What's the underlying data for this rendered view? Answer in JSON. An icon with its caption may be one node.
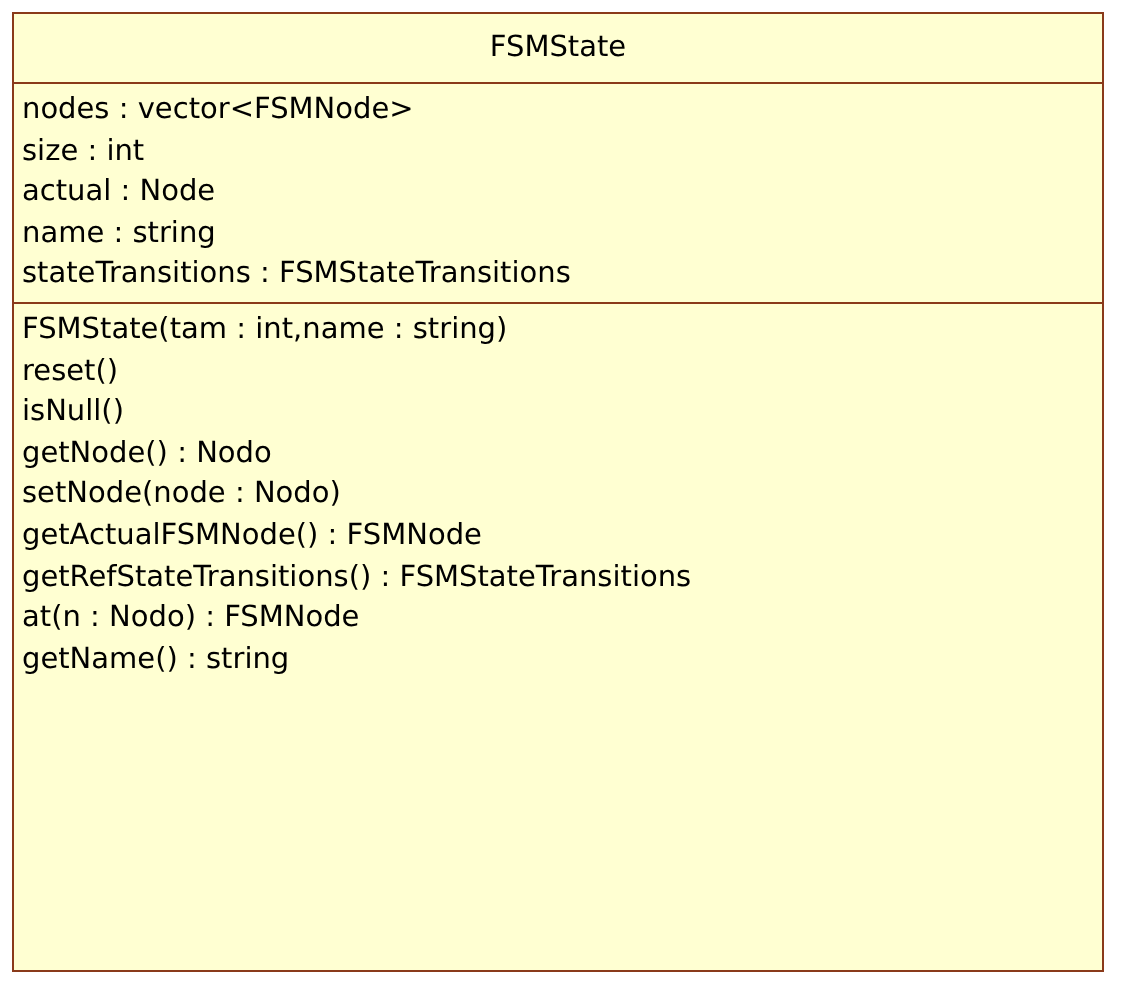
{
  "diagram": {
    "nodes": [
      {
        "text": [
          "FSMState",
          "nodes : vector<FSMNode>",
          "size : int",
          "actual : Node",
          "name : string",
          "stateTransitions : FSMStateTransitions",
          "FSMState(tam : int,name : string)",
          "reset()",
          "isNull()",
          "getNode() : Nodo",
          "setNode(node : Nodo)",
          "getActualFSMNode() : FSMNode",
          "getRefStateTransitions() : FSMStateTransitions",
          "at(n : Nodo) : FSMNode",
          "getName() : string"
        ]
      }
    ]
  }
}
